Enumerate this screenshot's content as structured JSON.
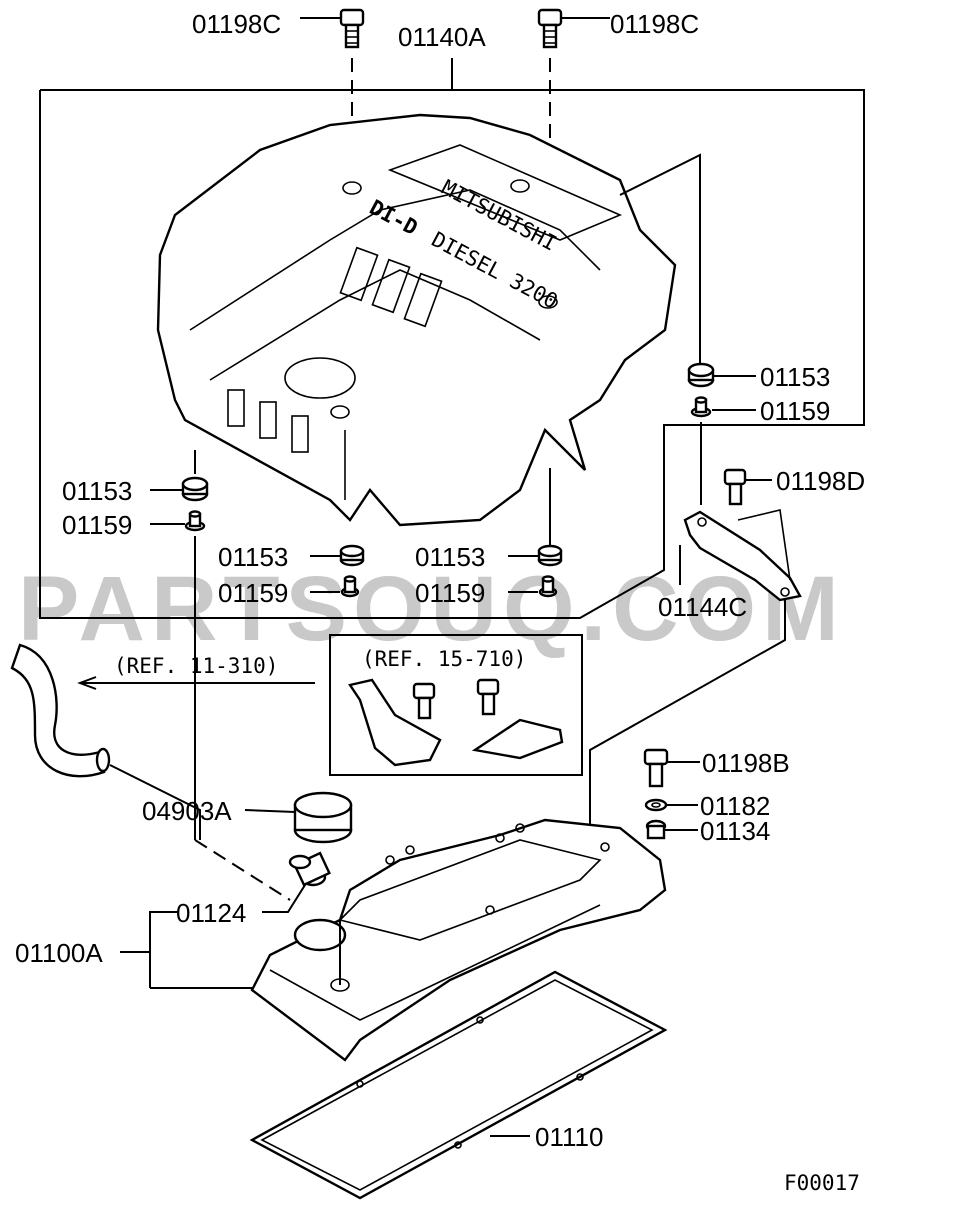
{
  "diagram": {
    "watermark": "PARTSOUQ.COM",
    "figure_code": "F00017",
    "labels": {
      "bolt_top_left": "01198C",
      "bolt_top_right": "01198C",
      "engine_cover": "01140A",
      "grommet_right": "01153",
      "collar_right": "01159",
      "grommet_left": "01153",
      "collar_left": "01159",
      "grommet_mid_left": "01153",
      "collar_mid_left": "01159",
      "grommet_mid_right": "01153",
      "collar_mid_right": "01159",
      "bolt_bracket": "01198D",
      "bracket": "01144C",
      "ref_hose": "(REF. 11-310)",
      "ref_bracket": "(REF. 15-710)",
      "bolt_valve_cover": "01198B",
      "washer": "01182",
      "nut_seal": "01134",
      "oil_cap": "04903A",
      "pcv_valve": "01124",
      "valve_cover": "01100A",
      "gasket": "01110"
    },
    "badge_text": {
      "brand": "MITSUBISHI",
      "model": "DI-D",
      "sub": "DIESEL 3200"
    }
  }
}
